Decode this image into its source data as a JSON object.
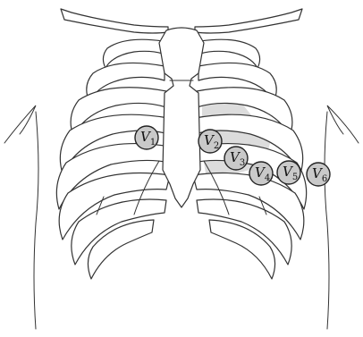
{
  "diagram": {
    "colors": {
      "electrode_fill": "#c9c9c9",
      "electrode_stroke": "#222222",
      "heart_shade": "#dcdcdc",
      "line": "#333333"
    },
    "electrodes": [
      {
        "id": "v1",
        "letter": "V",
        "sub": "1"
      },
      {
        "id": "v2",
        "letter": "V",
        "sub": "2"
      },
      {
        "id": "v3",
        "letter": "V",
        "sub": "3"
      },
      {
        "id": "v4",
        "letter": "V",
        "sub": "4"
      },
      {
        "id": "v5",
        "letter": "V",
        "sub": "5"
      },
      {
        "id": "v6",
        "letter": "V",
        "sub": "6"
      }
    ]
  }
}
